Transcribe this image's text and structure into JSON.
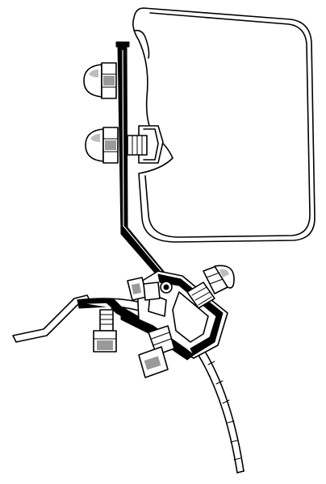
{
  "figure": {
    "kind": "technical line drawing",
    "colors": {
      "line": "#000000",
      "fill": "#ffffff",
      "shade": "#9a9a9a"
    },
    "parts": [
      "awning-housing",
      "mounting-bracket",
      "upper-bolt",
      "lower-bolt",
      "adapter-clamp",
      "clamp-bolt-right",
      "clamp-bolt-left",
      "clamp-bolt-bottom",
      "vehicle-roof-panel",
      "roof-rail-profile"
    ]
  }
}
